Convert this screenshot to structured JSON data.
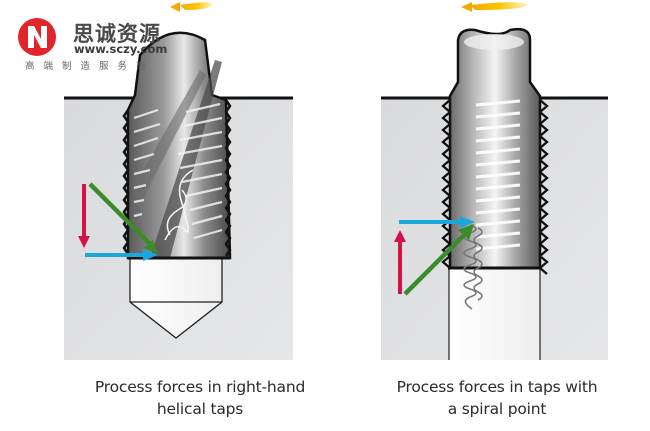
{
  "watermark": {
    "brand_cn": "思诚资源",
    "url": "www.sczy.com",
    "tagline": "高端制造服务商",
    "logo_letter": "N",
    "logo_color": "#e0262b"
  },
  "panels": [
    {
      "id": "right-hand-helical",
      "caption_line1": "Process forces in right-hand",
      "caption_line2": "helical taps",
      "rotation_arrow_color": "#f5b800",
      "force_arrows": {
        "axial": {
          "color": "#d3124a",
          "direction": "down"
        },
        "radial": {
          "color": "#1aa7dc",
          "direction": "right"
        },
        "resultant": {
          "color": "#3c8a2a",
          "direction": "down-right"
        }
      },
      "chip_direction": "upward"
    },
    {
      "id": "spiral-point",
      "caption_line1": "Process forces in taps with",
      "caption_line2": "a spiral point",
      "rotation_arrow_color": "#f5b800",
      "force_arrows": {
        "axial": {
          "color": "#d3124a",
          "direction": "up"
        },
        "radial": {
          "color": "#1aa7dc",
          "direction": "right"
        },
        "resultant": {
          "color": "#3c8a2a",
          "direction": "up-right"
        }
      },
      "chip_direction": "downward"
    }
  ]
}
